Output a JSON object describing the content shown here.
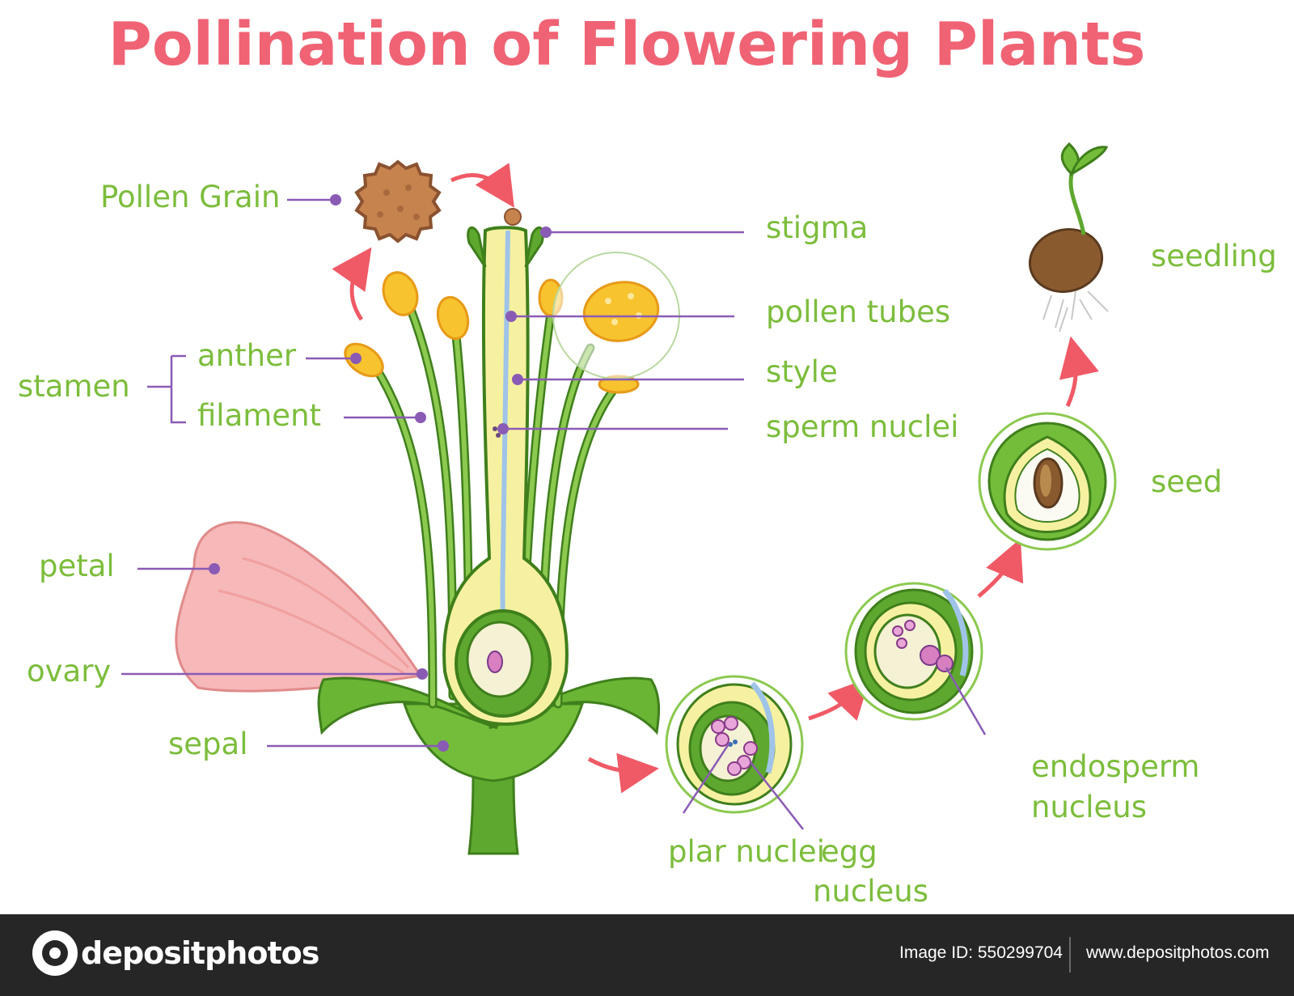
{
  "title": "Pollination of Flowering Plants",
  "colors": {
    "title": "#ef6374",
    "label": "#7cbd3c",
    "leader": "#8a5bb5",
    "arrow": "#ef5a66",
    "petal": "#f6b8b8",
    "stem": "#5ea82f",
    "anther": "#f7c32e",
    "pollen": "#c7834e",
    "footer": "#262626"
  },
  "labels": {
    "pollen_grain": "Pollen Grain",
    "stigma": "stigma",
    "pollen_tubes": "pollen tubes",
    "style": "style",
    "sperm_nuclei": "sperm nuclei",
    "stamen": "stamen",
    "anther": "anther",
    "filament": "filament",
    "petal": "petal",
    "ovary": "ovary",
    "sepal": "sepal",
    "plar_nuclei": "plar nuclei",
    "egg_nucleus_line1": "egg",
    "egg_nucleus_line2": "nucleus",
    "endosperm_line1": "endosperm",
    "endosperm_line2": "nucleus",
    "seed": "seed",
    "seedling": "seedling"
  },
  "footer": {
    "brand": "depositphotos",
    "image_id": "Image ID: 550299704",
    "url": "www.depositphotos.com"
  }
}
